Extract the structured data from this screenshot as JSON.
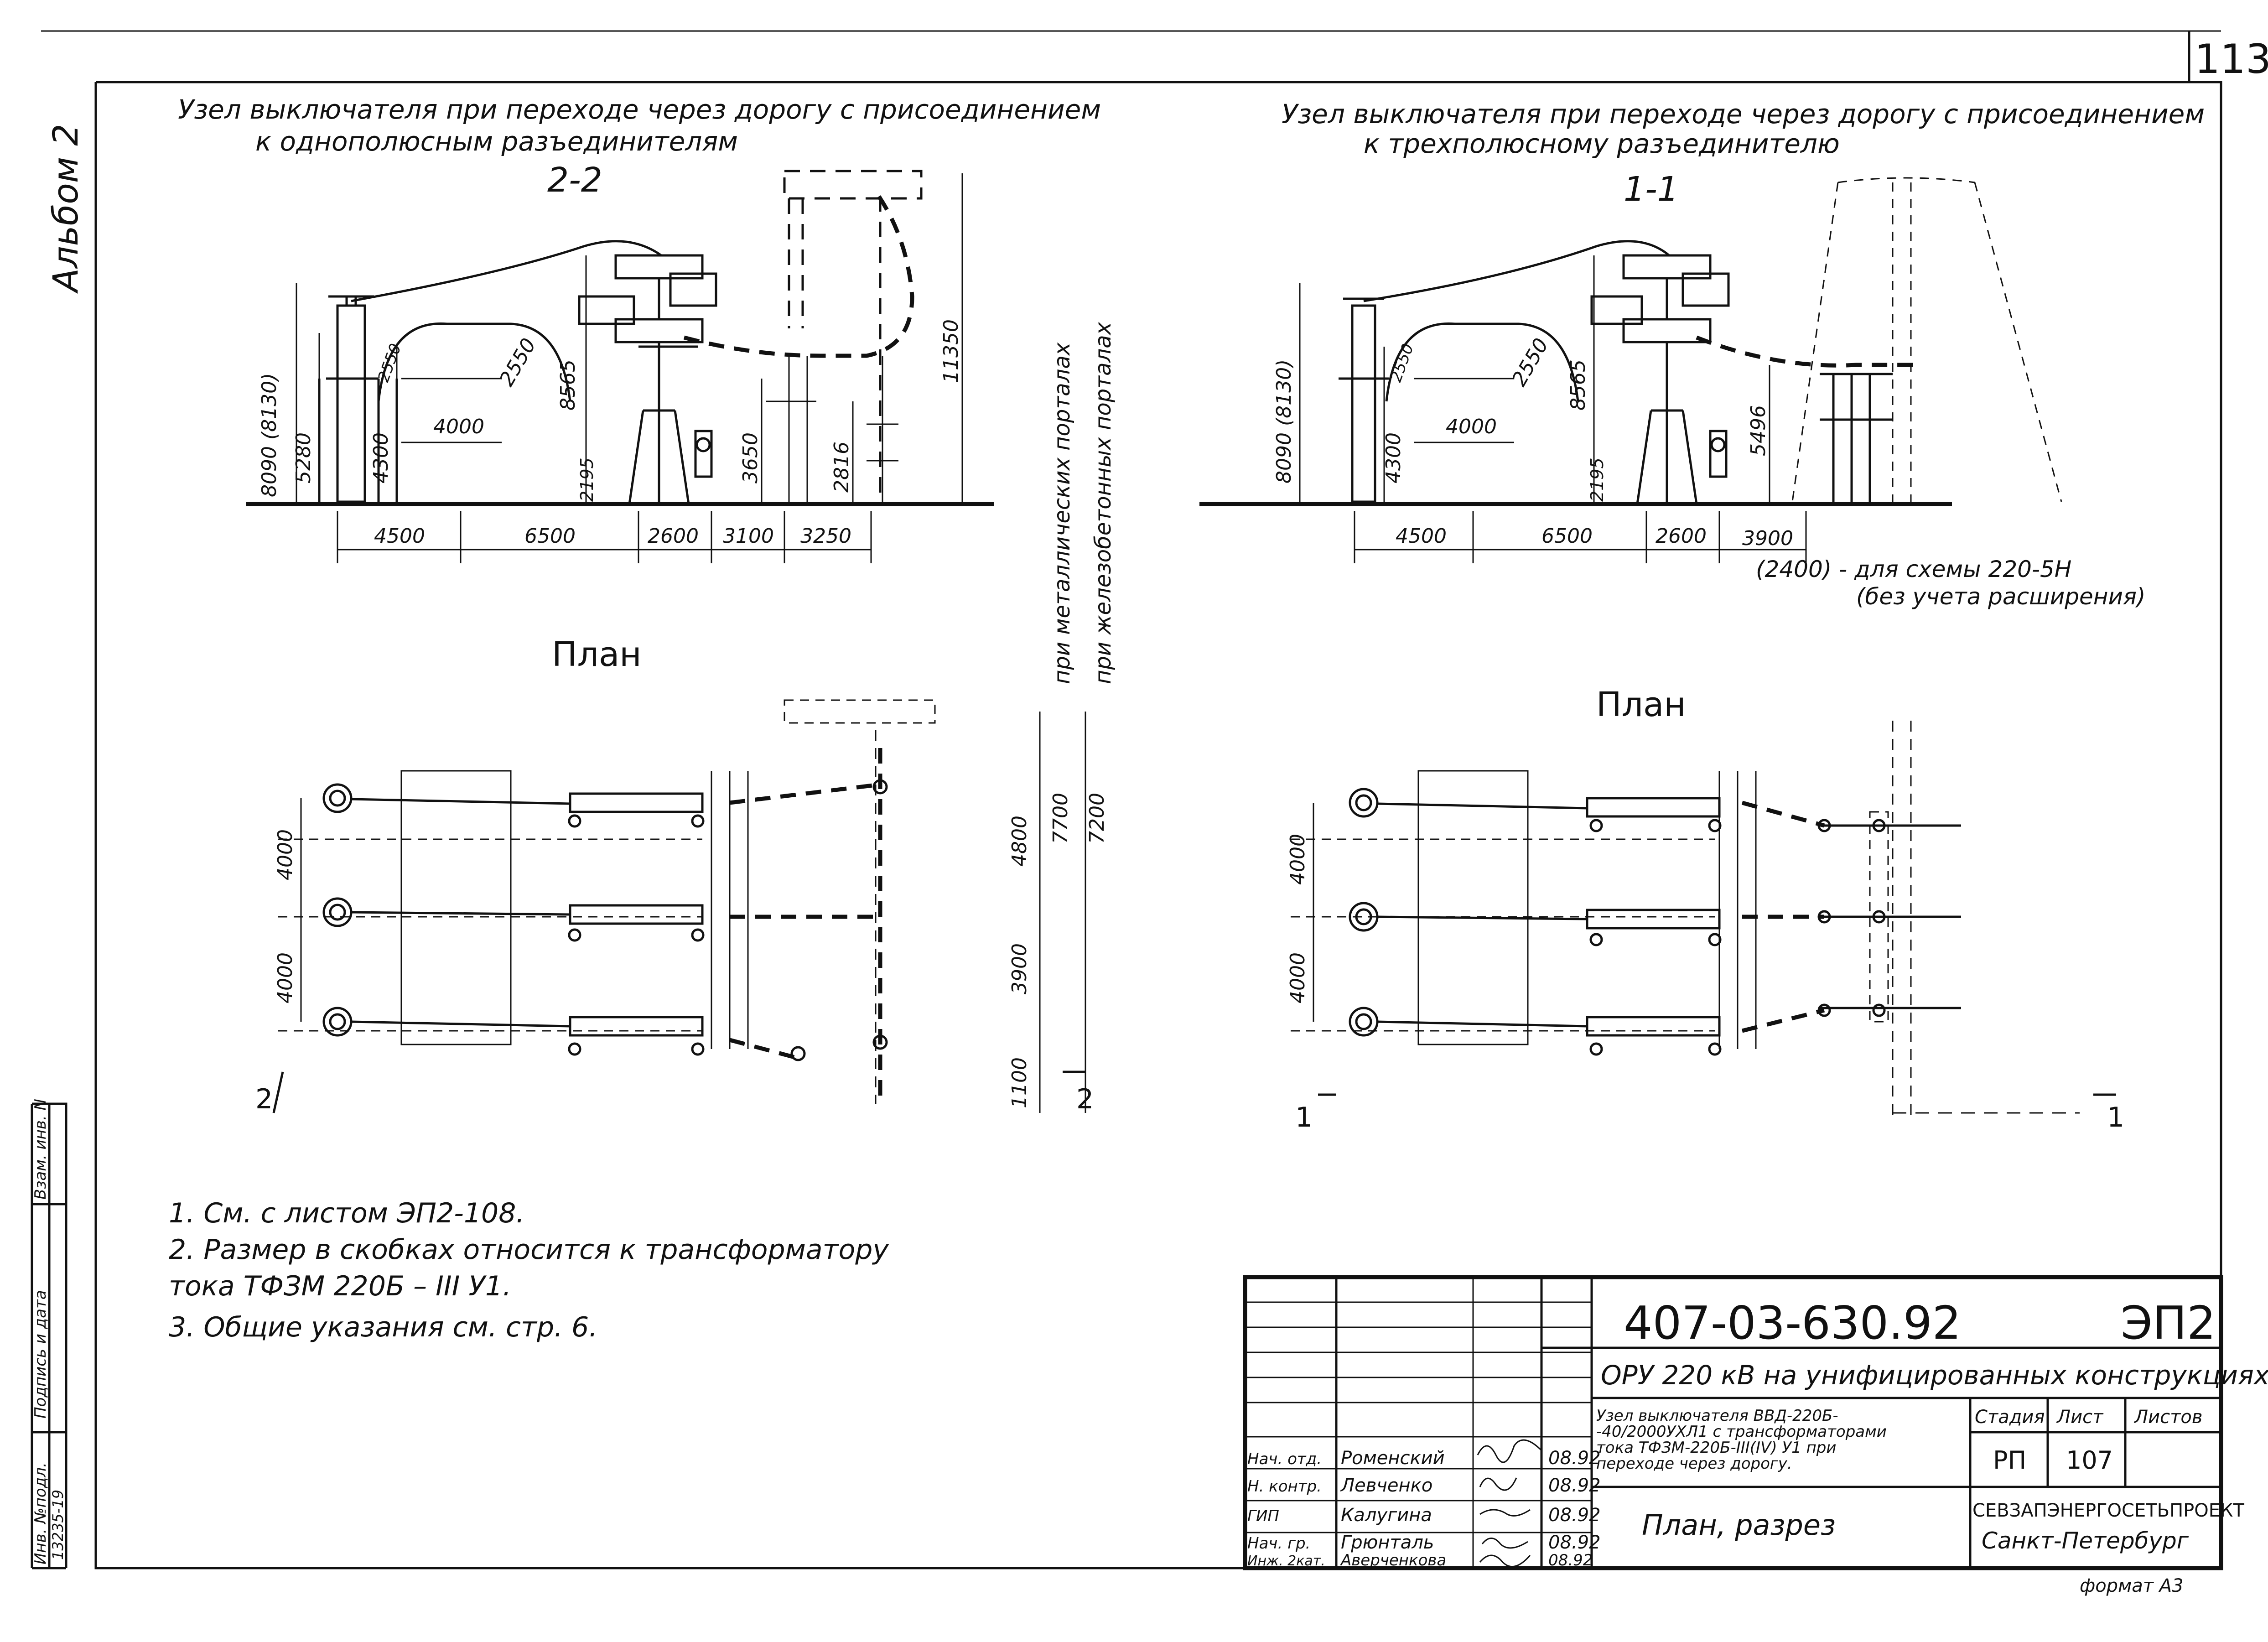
{
  "sheet_number": "113",
  "album": "Альбом 2",
  "left_view": {
    "title_line1": "Узел выключателя при переходе через дорогу с присоединением",
    "title_line2": "к однополюсным разъединителям",
    "section": "2-2",
    "plan_label": "План",
    "section_marker_left": "2",
    "section_marker_right": "2",
    "vertical_note_metal": "при металлических порталах",
    "vertical_note_concrete": "при железобетонных порталах",
    "dims": {
      "h_8090": "8090 (8130)",
      "h_5280": "5280",
      "h_4300": "4300",
      "h_2550a": "2550",
      "h_2550b": "2550",
      "h_4000": "4000",
      "h_8565": "8565",
      "h_2195": "2195",
      "h_3650": "3650",
      "h_2816": "2816",
      "h_11350": "11350",
      "b_4500": "4500",
      "b_6500": "6500",
      "b_2600": "2600",
      "b_3100": "3100",
      "b_3250": "3250",
      "p_4000a": "4000",
      "p_4000b": "4000",
      "p_4800": "4800",
      "p_7700": "7700",
      "p_7200": "7200",
      "p_3900": "3900",
      "p_1100": "1100"
    }
  },
  "right_view": {
    "title_line1": "Узел выключателя при переходе через дорогу с присоединением",
    "title_line2": "к трехполюсному разъединителю",
    "section": "1-1",
    "plan_label": "План",
    "section_marker_left": "1",
    "section_marker_right": "1",
    "dims": {
      "h_8090": "8090 (8130)",
      "h_4300": "4300",
      "h_2550a": "2550",
      "h_2550b": "2550",
      "h_4000": "4000",
      "h_8565": "8565",
      "h_2195": "2195",
      "h_5496": "5496",
      "b_4500": "4500",
      "b_6500": "6500",
      "b_2600": "2600",
      "b_3900": "3900",
      "p_4000a": "4000",
      "p_4000b": "4000"
    },
    "note_2400": "(2400) - для схемы 220-5Н",
    "note_expansion": "(без учета расширения)"
  },
  "notes": [
    "1.  См. с листом  ЭП2-108.",
    "2.  Размер в скобках относится  к трансформатору",
    "     тока  ТФЗМ 220Б – III У1.",
    "3.  Общие  указания   см. стр. 6."
  ],
  "side_stamp": {
    "inv_podl": "Инв. №подл.",
    "podpis": "Подпись и дата",
    "vzam": "Взам. инв. N",
    "inv_value": "13235-19"
  },
  "title_block": {
    "doc_code": "407-03-630.92",
    "sheet_code": "ЭП2",
    "project": "ОРУ 220 кВ на унифицированных конструкциях.",
    "description_l1": "Узел выключателя ВВД-220Б-",
    "description_l2": "-40/2000УХЛ1 с трансформаторами",
    "description_l3": "тока ТФЗМ-220Б-III(IV) У1 при",
    "description_l4": "переходе через дорогу.",
    "sheet_title": "План, разрез",
    "stage_label": "Стадия",
    "sheet_label": "Лист",
    "sheets_label": "Листов",
    "stage": "РП",
    "sheet": "107",
    "org_line1": "СЕВЗАПЭНЕРГОСЕТЬПРОЕКТ",
    "org_line2": "Санкт-Петербург",
    "format": "формат А3",
    "staff": [
      {
        "role": "Нач. отд.",
        "name": "Роменский",
        "date": "08.92"
      },
      {
        "role": "Н. контр.",
        "name": "Левченко",
        "date": "08.92"
      },
      {
        "role": "ГИП",
        "name": "Калугина",
        "date": "08.92"
      },
      {
        "role": "Нач. гр.",
        "name": "Грюнталь",
        "date": "08.92"
      },
      {
        "role": "Инж. 2кат.",
        "name": "Аверченкова",
        "date": "08.92"
      }
    ]
  }
}
